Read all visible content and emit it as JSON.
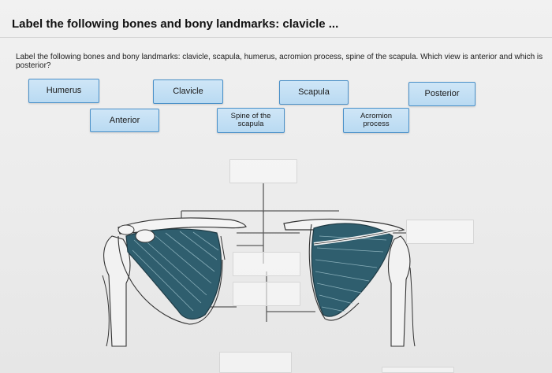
{
  "header": {
    "title": "Label the following bones and bony landmarks: clavicle ..."
  },
  "question": {
    "text": "Label the following bones and bony landmarks: clavicle, scapula, humerus, acromion process, spine of the scapula. Which view is anterior and which is posterior?"
  },
  "labels": {
    "humerus": "Humerus",
    "clavicle": "Clavicle",
    "scapula": "Scapula",
    "posterior": "Posterior",
    "anterior": "Anterior",
    "spine_line1": "Spine of the",
    "spine_line2": "scapula",
    "acromion_line1": "Acromion",
    "acromion_line2": "process"
  },
  "colors": {
    "label_fill": "#c4e0f4",
    "label_border": "#4a90c8",
    "muscle": "#2f5e6e"
  }
}
